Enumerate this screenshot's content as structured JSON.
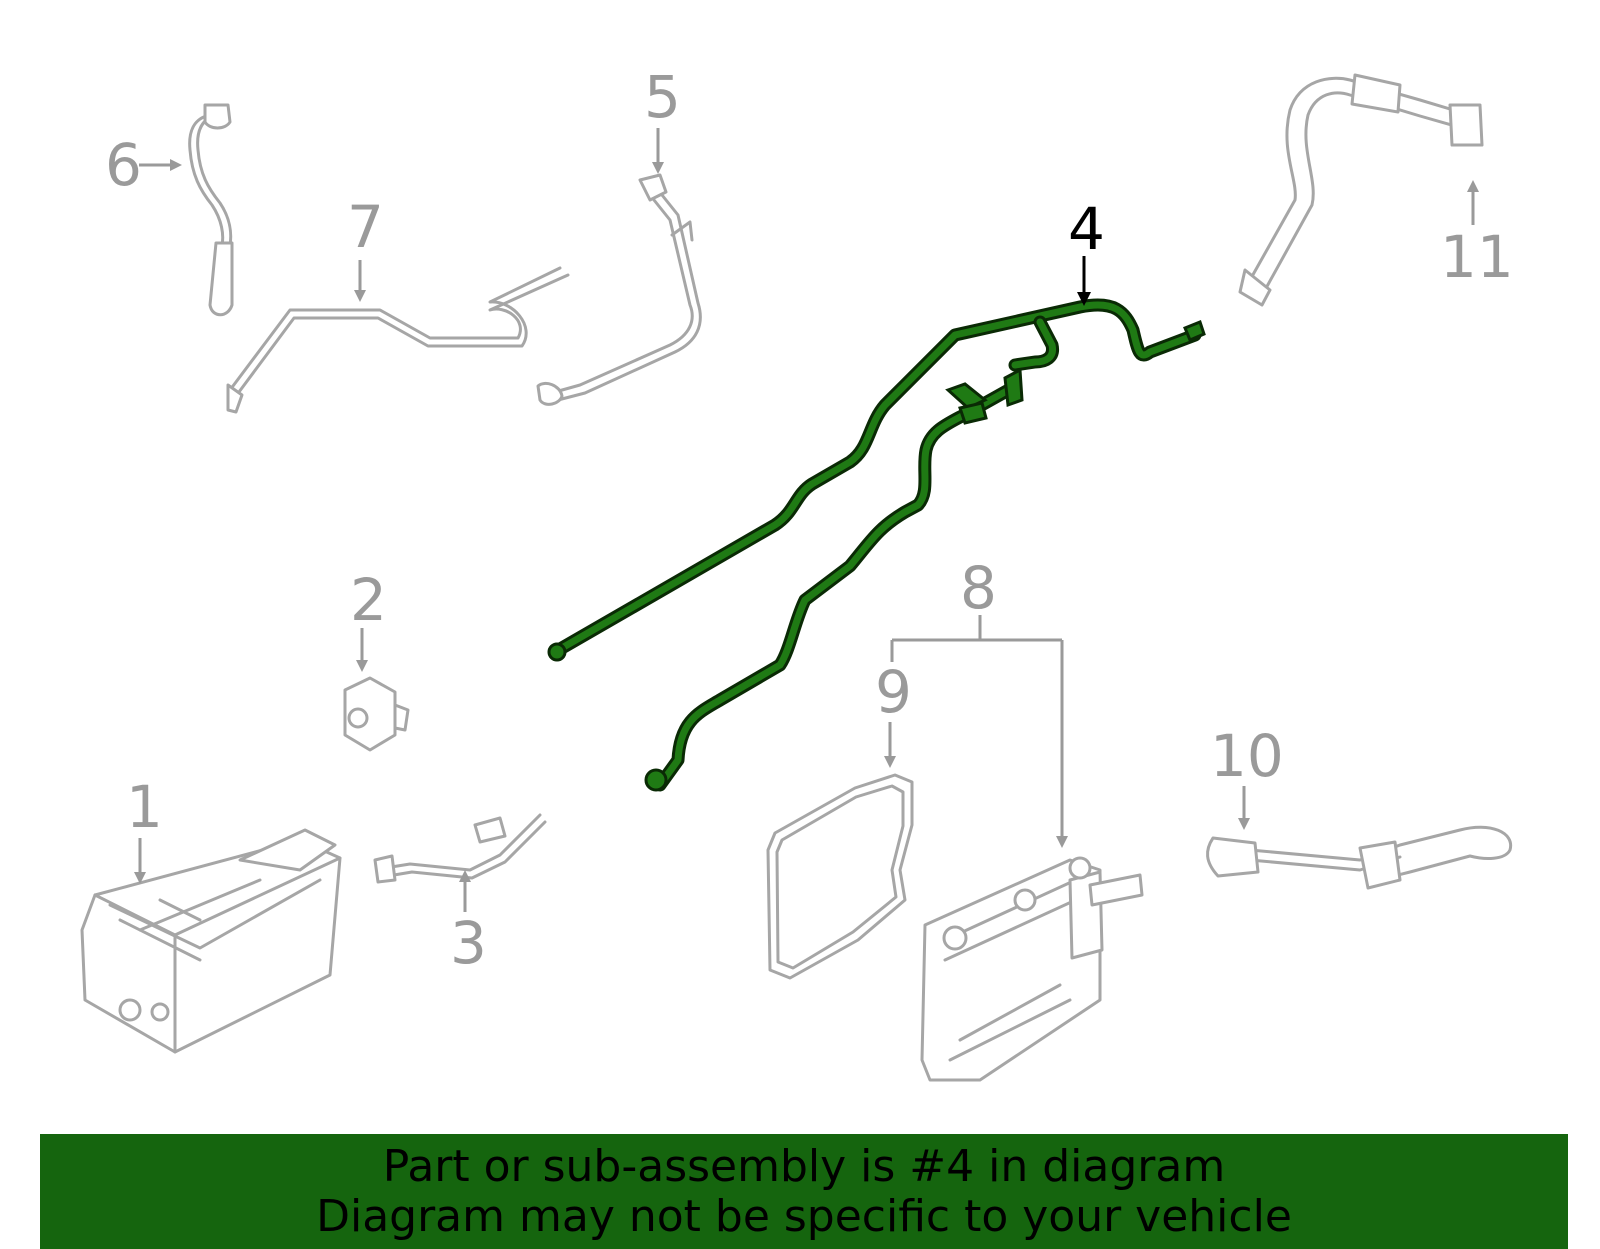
{
  "diagram": {
    "highlighted_callout": "4",
    "highlight_color": "#1f7a14",
    "part_color": "#a6a6a6",
    "callouts": [
      {
        "id": "1",
        "label": "1"
      },
      {
        "id": "2",
        "label": "2"
      },
      {
        "id": "3",
        "label": "3"
      },
      {
        "id": "4",
        "label": "4"
      },
      {
        "id": "5",
        "label": "5"
      },
      {
        "id": "6",
        "label": "6"
      },
      {
        "id": "7",
        "label": "7"
      },
      {
        "id": "8",
        "label": "8"
      },
      {
        "id": "9",
        "label": "9"
      },
      {
        "id": "10",
        "label": "10"
      },
      {
        "id": "11",
        "label": "11"
      }
    ]
  },
  "banner": {
    "line1": "Part or sub-assembly is #4 in diagram",
    "line2": "Diagram may not be specific to your vehicle",
    "background": "#15650e"
  }
}
